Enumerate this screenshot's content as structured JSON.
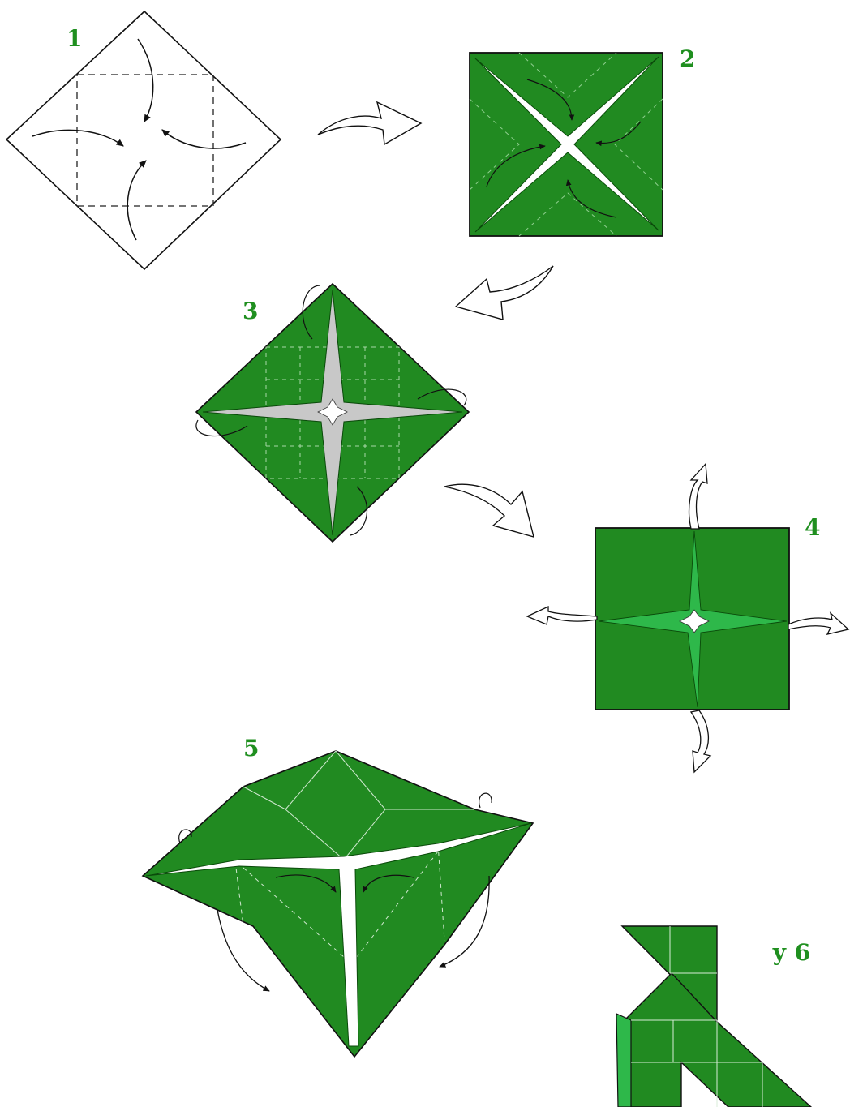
{
  "colors": {
    "paper_green": "#218a21",
    "paper_light": "#2eb84a",
    "outline": "#111111",
    "label_green": "#1f8f1f",
    "gap_gray": "#c8c8c8"
  },
  "steps": [
    {
      "label": "1"
    },
    {
      "label": "2"
    },
    {
      "label": "3"
    },
    {
      "label": "4"
    },
    {
      "label": "5"
    },
    {
      "label": "у 6"
    }
  ],
  "icons": {
    "transition_arrow": "hollow-curved-arrow",
    "fold_arrow": "curved-arrow",
    "pull_arrow": "hollow-double-arrow"
  }
}
